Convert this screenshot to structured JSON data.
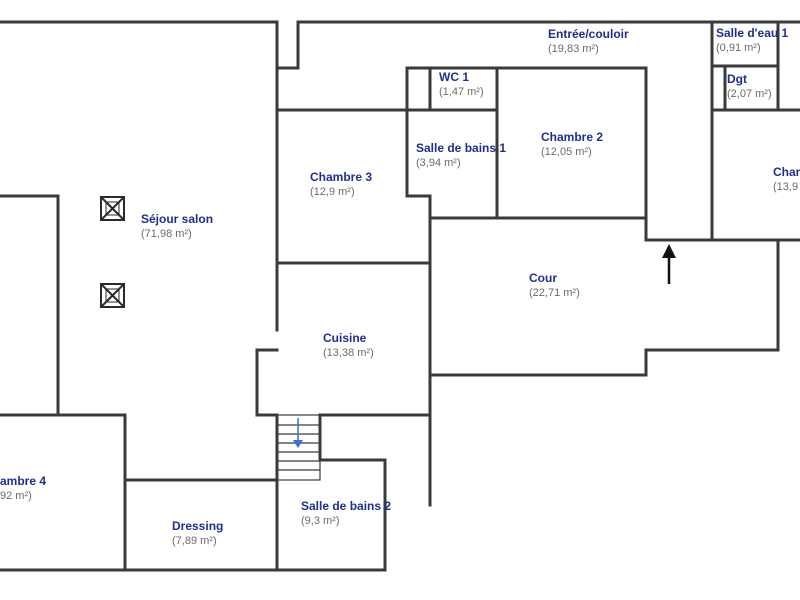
{
  "rooms": [
    {
      "id": "sejour",
      "name": "Séjour salon",
      "area": "(71,98 m²)"
    },
    {
      "id": "entree",
      "name": "Entrée/couloir",
      "area": "(19,83 m²)"
    },
    {
      "id": "salle-eau-1",
      "name": "Salle d'eau 1",
      "area": "(0,91 m²)"
    },
    {
      "id": "wc1",
      "name": "WC 1",
      "area": "(1,47 m²)"
    },
    {
      "id": "dgt",
      "name": "Dgt",
      "area": "(2,07 m²)"
    },
    {
      "id": "salle-bains-1",
      "name": "Salle de bains 1",
      "area": "(3,94 m²)"
    },
    {
      "id": "chambre2",
      "name": "Chambre 2",
      "area": "(12,05 m²)"
    },
    {
      "id": "chambre3",
      "name": "Chambre 3",
      "area": "(12,9 m²)"
    },
    {
      "id": "chambre-right",
      "name": "Char",
      "area": "(13,9"
    },
    {
      "id": "cour",
      "name": "Cour",
      "area": "(22,71 m²)"
    },
    {
      "id": "cuisine",
      "name": "Cuisine",
      "area": "(13,38 m²)"
    },
    {
      "id": "chambre4",
      "name": "ambre 4",
      "area": "92 m²)"
    },
    {
      "id": "dressing",
      "name": "Dressing",
      "area": "(7,89 m²)"
    },
    {
      "id": "salle-bains-2",
      "name": "Salle de bains 2",
      "area": "(9,3 m²)"
    }
  ],
  "symbols": {
    "ventilation": "ventilation-x-icon",
    "stairs": "staircase-icon",
    "entrance_arrow": "arrow-up-icon"
  }
}
